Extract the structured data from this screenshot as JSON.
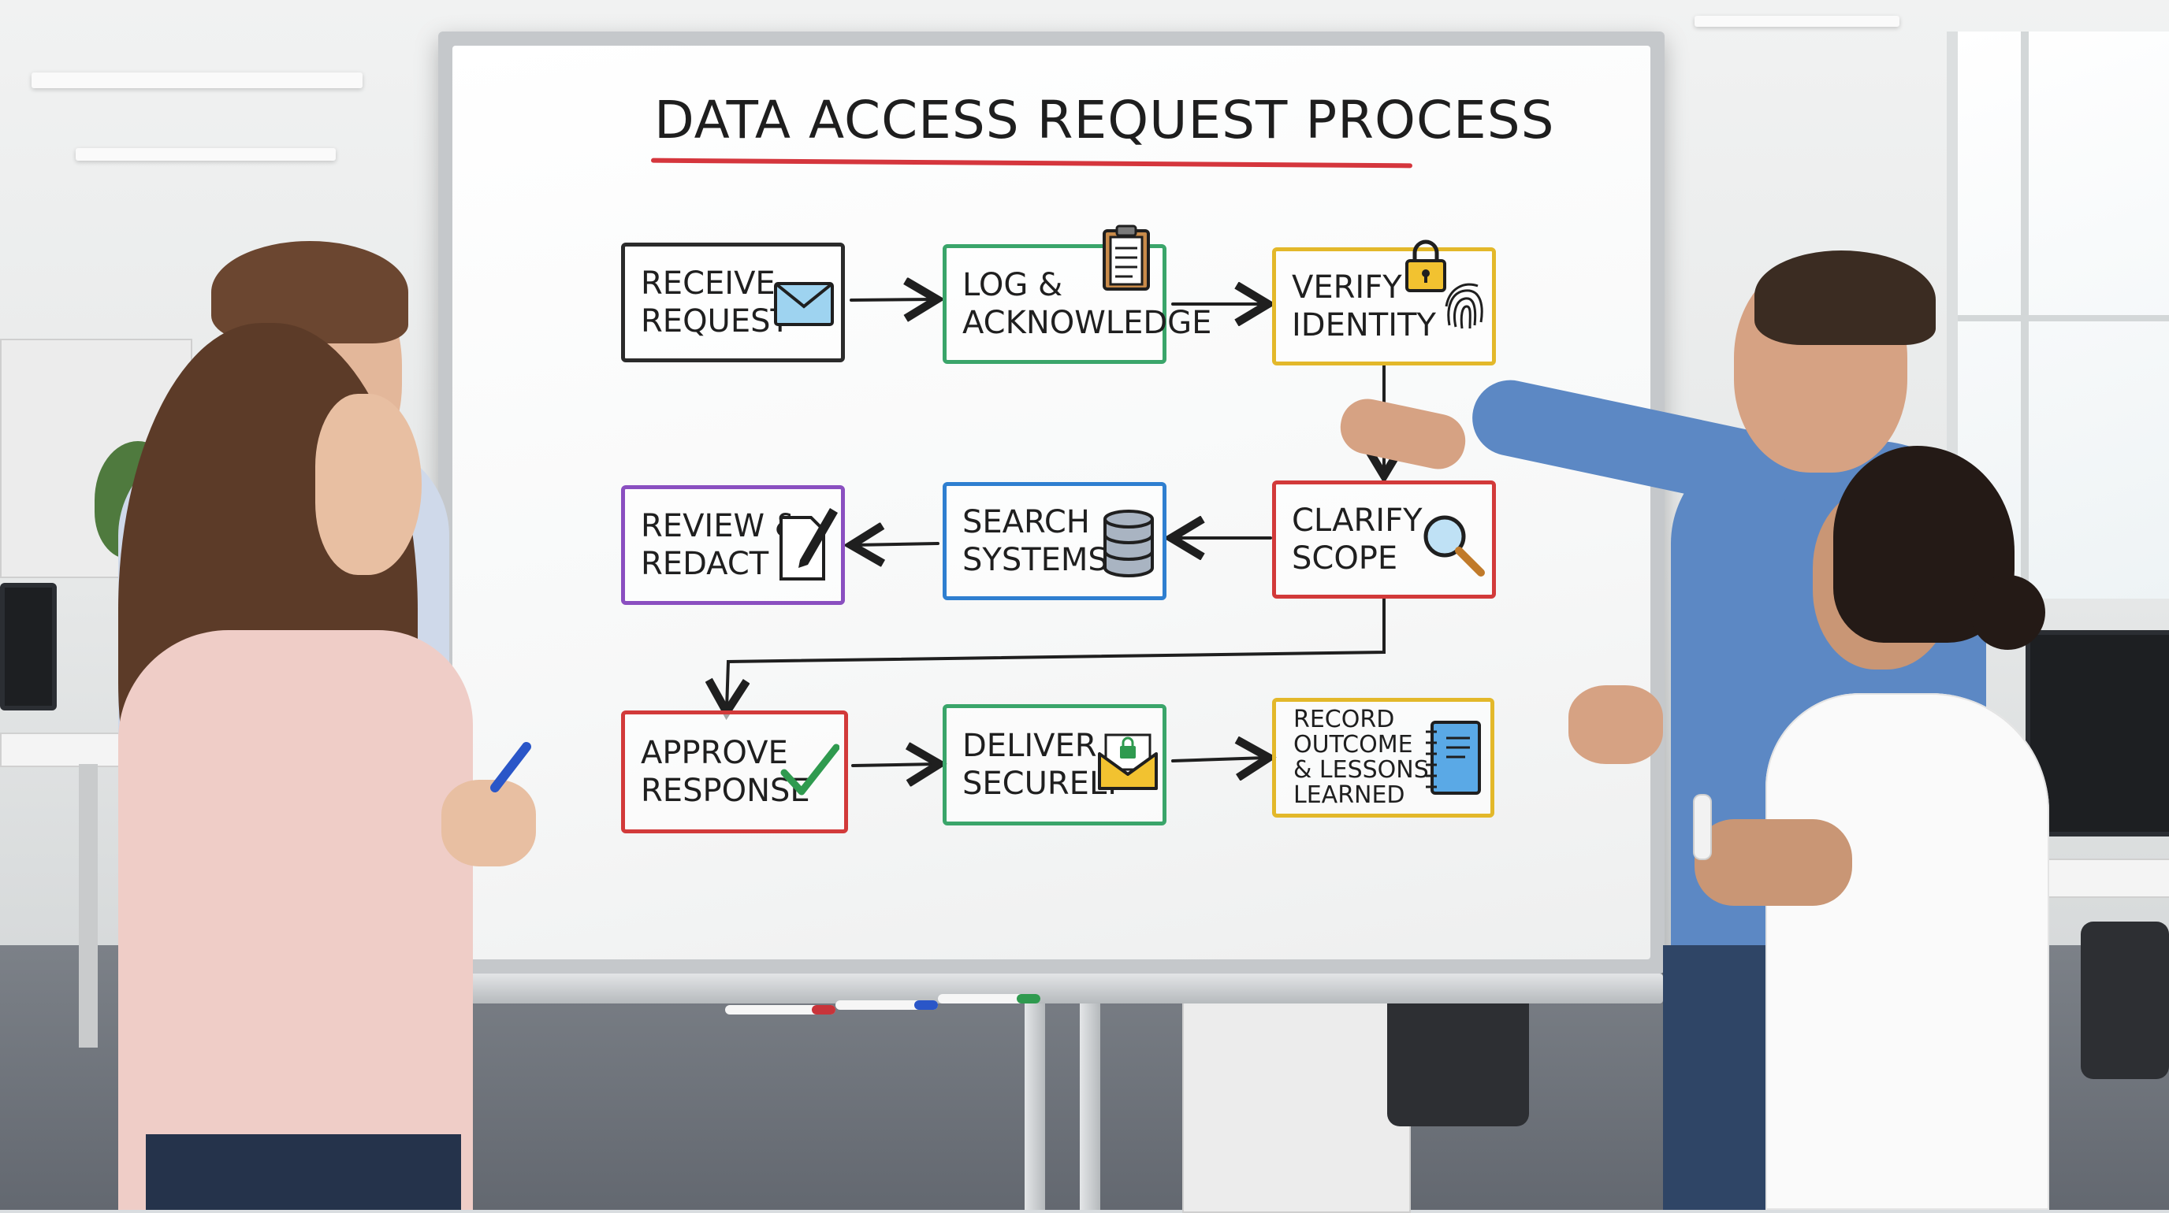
{
  "board": {
    "title": "DATA ACCESS REQUEST PROCESS",
    "steps": [
      {
        "line1": "RECEIVE",
        "line2": "REQUEST",
        "line3": "",
        "color": "#2b2b2b",
        "icon": "envelope-icon"
      },
      {
        "line1": "LOG &",
        "line2": "ACKNOWLEDGE",
        "line3": "",
        "color": "#3aa56a",
        "icon": "clipboard-icon"
      },
      {
        "line1": "VERIFY",
        "line2": "IDENTITY",
        "line3": "",
        "color": "#e3b82a",
        "icon": "lock-fingerprint-icon"
      },
      {
        "line1": "REVIEW &",
        "line2": "REDACT",
        "line3": "",
        "color": "#8a4fc0",
        "icon": "document-pen-icon"
      },
      {
        "line1": "SEARCH",
        "line2": "SYSTEMS",
        "line3": "",
        "color": "#2f7fd0",
        "icon": "database-icon"
      },
      {
        "line1": "CLARIFY",
        "line2": "SCOPE",
        "line3": "",
        "color": "#d23a3a",
        "icon": "magnifier-icon"
      },
      {
        "line1": "APPROVE",
        "line2": "RESPONSE",
        "line3": "",
        "color": "#d23a3a",
        "icon": "checkmark-icon"
      },
      {
        "line1": "DELIVER",
        "line2": "SECURELY",
        "line3": "",
        "color": "#3aa56a",
        "icon": "secure-envelope-icon"
      },
      {
        "line1": "RECORD",
        "line2": "OUTCOME",
        "line3": "& LESSONS",
        "line4": "LEARNED",
        "color": "#e3b82a",
        "icon": "notebook-icon"
      }
    ]
  },
  "colors": {
    "title_underline": "#d5363d",
    "marker_red": "#c8343a",
    "marker_blue": "#2a56c8",
    "marker_green": "#2f9a4f"
  }
}
